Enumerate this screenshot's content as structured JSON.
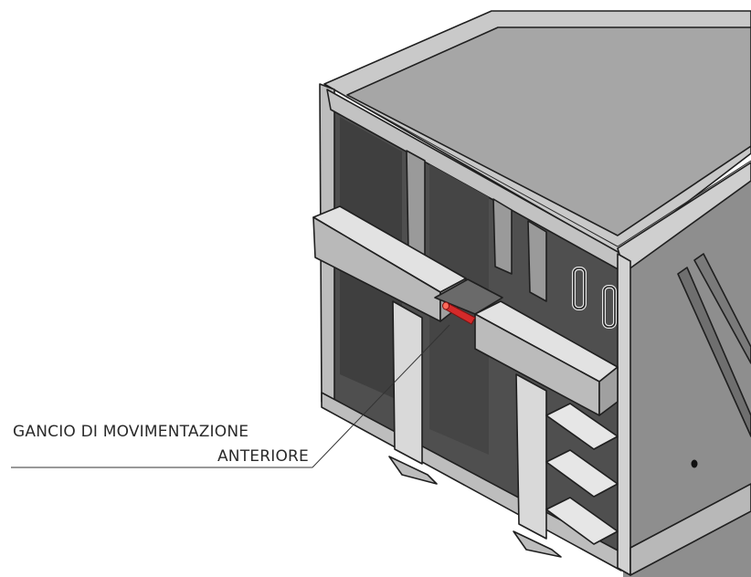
{
  "callout": {
    "line1": "GANCIO DI MOVIMENTAZIONE",
    "line2": "ANTERIORE"
  },
  "colors": {
    "background": "#ffffff",
    "top_face": "#a9a9a9",
    "front_face": "#5d5d5d",
    "side_face": "#8c8c8c",
    "frame_light": "#d6d6d6",
    "hook": "#d42a2a"
  },
  "icons": [
    "container-3d-illustration",
    "leader-line"
  ]
}
